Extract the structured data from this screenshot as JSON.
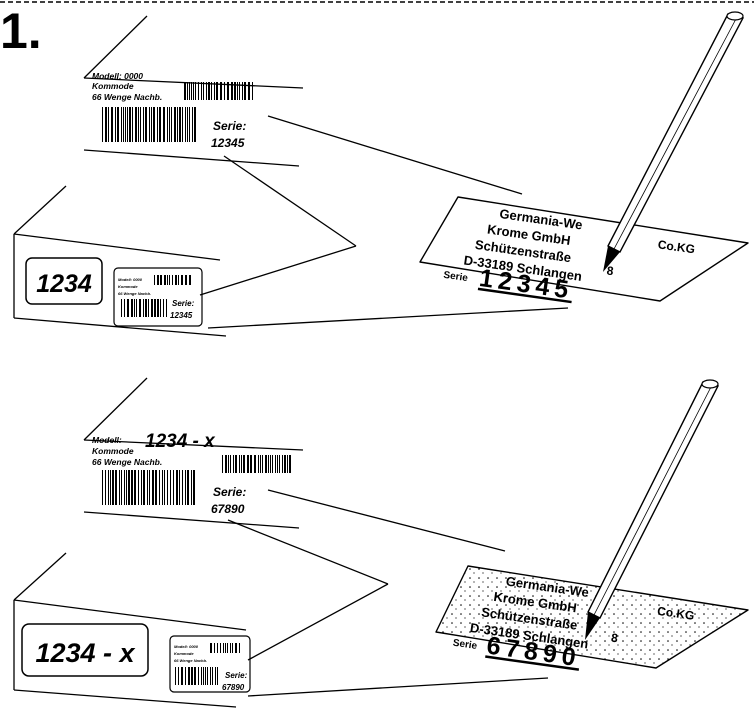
{
  "step_number": "1.",
  "top_scene": {
    "label": {
      "model_line": "Modell: 0000",
      "product": "Kommode",
      "color_line": "66  Wenge Nachb.",
      "serie_label": "Serie:",
      "serie_number": "12345"
    },
    "box_number": "1234",
    "small_label": {
      "model_line": "Modell: 0000",
      "product": "Kommode",
      "color_line": "66  Wenge Nachb.",
      "serie_label": "Serie:",
      "serie_number": "12345"
    },
    "plate": {
      "line1": "Germania-We",
      "line1b": "Co.KG",
      "line2": "Krome GmbH",
      "line3": "Schützenstraße",
      "line3b": "8",
      "line4": "D-33189 Schlangen",
      "serie_label": "Serie",
      "serie_number": "12345"
    }
  },
  "bottom_scene": {
    "label": {
      "model_line": "Modell:",
      "model_value": "1234 - x",
      "product": "Kommode",
      "color_line": "66  Wenge Nachb.",
      "serie_label": "Serie:",
      "serie_number": "67890"
    },
    "box_number": "1234 - x",
    "small_label": {
      "model_line": "Modell: 0000",
      "product": "Kommode",
      "color_line": "66  Wenge Nachb.",
      "serie_label": "Serie:",
      "serie_number": "67890"
    },
    "plate": {
      "line1": "Germania-We",
      "line1b": "Co.KG",
      "line2": "Krome GmbH",
      "line3": "Schützenstraße",
      "line3b": "8",
      "line4": "D-33189 Schlangen",
      "serie_label": "Serie",
      "serie_number": "67890"
    }
  }
}
